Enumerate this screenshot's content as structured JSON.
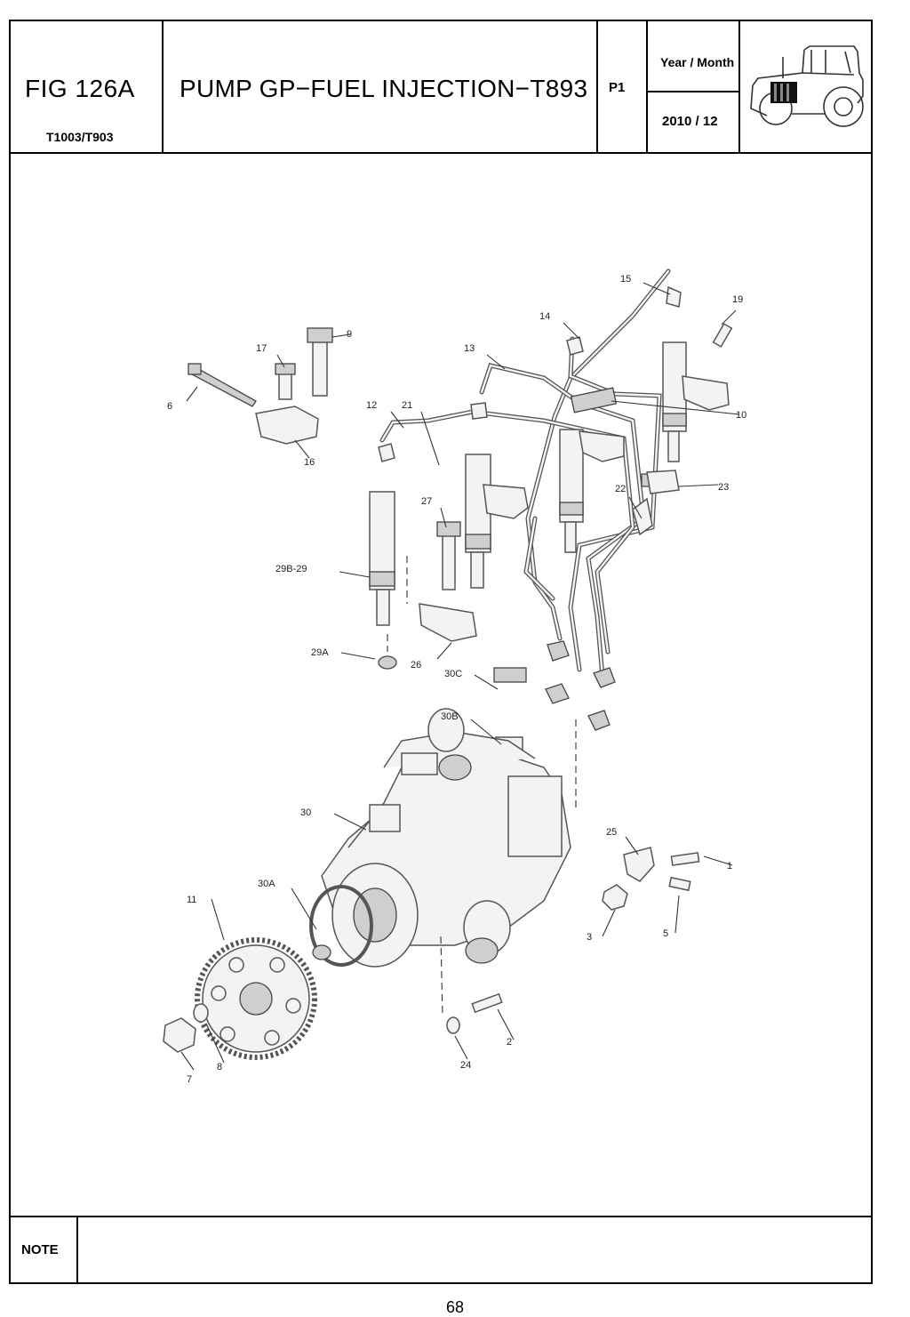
{
  "header": {
    "fig_label": "FIG 126A",
    "model": "T1003/T903",
    "title": "PUMP GP−FUEL INJECTION−T893",
    "page_code": "P1",
    "year_month_label": "Year / Month",
    "year_month_value": "2010  / 12",
    "tractor_icon": "tractor-icon"
  },
  "diagram": {
    "callouts": [
      "15",
      "19",
      "14",
      "13",
      "9",
      "17",
      "6",
      "12",
      "21",
      "10",
      "16",
      "27",
      "22",
      "23",
      "29B-29",
      "29A",
      "26",
      "30C",
      "30B",
      "30",
      "25",
      "1",
      "3",
      "5",
      "11",
      "30A",
      "2",
      "24",
      "8",
      "7"
    ]
  },
  "note": {
    "label": "NOTE",
    "text": ""
  },
  "footer": {
    "page_number": "68"
  }
}
